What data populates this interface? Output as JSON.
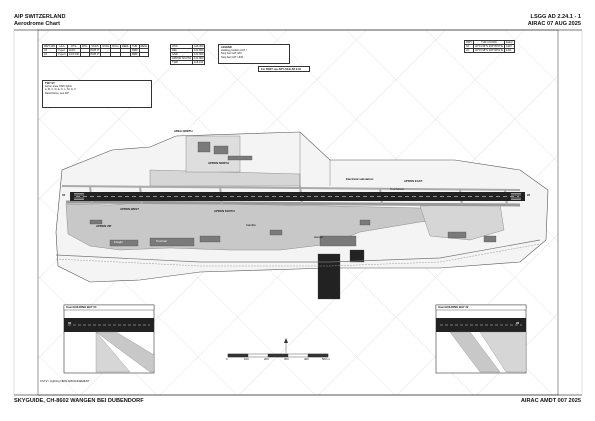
{
  "header": {
    "left_line1": "AIP SWITZERLAND",
    "left_line2": "Aerodrome Chart",
    "right_line1": "LSGG AD 2.24.1 - 1",
    "right_line2": "AIRAC 07 AUG 2025"
  },
  "footer": {
    "left": "SKYGUIDE, CH-8602 WANGEN BEI DUBENDORF",
    "right": "AIRAC AMDT 007 2025"
  },
  "rwy_table": {
    "headers": [
      "RWY DIR",
      "HLA",
      "RTIL",
      "RTIL",
      "VASIS",
      "RCEL",
      "RCLL",
      "REDL",
      "THR",
      "RENL"
    ],
    "rows": [
      [
        "04",
        "Type I",
        "ICAO",
        "",
        "PAPI 3°",
        "",
        "",
        "",
        "RRR",
        ""
      ],
      [
        "22",
        "Type II",
        "CAT II/III",
        "",
        "PAPI 3°",
        "",
        "",
        "",
        "RRR",
        ""
      ]
    ]
  },
  "freq_table": {
    "rows": [
      [
        "ATIS",
        "126.300"
      ],
      [
        "DEL",
        "121.800"
      ],
      [
        "GND",
        "121.900"
      ],
      [
        "APRON SOUTH",
        "121.800"
      ],
      [
        "TWR",
        "118.100"
      ]
    ]
  },
  "legend": {
    "title": "LEGEND",
    "items": [
      "Holding position CAT I",
      "Stop bar CAT II/III",
      "Stop bar CAT I-II/III"
    ]
  },
  "note_box": "For DSST see AIP LSGG AD 2.10",
  "twy_box": {
    "title": "TWY ST",
    "rows": [
      "Apron area, PAPI lights",
      "A, B, C, D, E, K, L, M, N, X",
      "Restrictions, see AIP"
    ]
  },
  "coords_table": {
    "headers": [
      "RWY",
      "THR COORD",
      "ELEV"
    ],
    "rows": [
      [
        "04",
        "46°13'39\"N 006°05'07\"E",
        "1410"
      ],
      [
        "22",
        "46°15'18\"N 006°08'01\"E",
        "1411"
      ]
    ]
  },
  "map": {
    "labels": {
      "area_north": "AREA NORTH",
      "apron_north": "APRON NORTH",
      "apron_south": "APRON SOUTH",
      "apron_east": "APRON EAST",
      "apron_west": "APRON WEST",
      "apron_vip": "APRON VIP",
      "terminal": "Terminal",
      "freight": "Freight",
      "hangar": "Hangar",
      "satellite": "Satellite",
      "electrical": "Electrical substation",
      "touchdown": "Touchdown",
      "rwy_04": "04",
      "rwy_22": "22"
    }
  },
  "insets": {
    "left_title": "Inset HOLDING BAY 04",
    "right_title": "Inset HOLDING BAY 22",
    "left_rwy": "04",
    "right_rwy": "22"
  },
  "scale": {
    "labels": [
      "0",
      "100",
      "200",
      "300",
      "400",
      "500 m"
    ]
  },
  "small_note": "CCTV / Lighting NEW ARRANGEMENT",
  "colors": {
    "runway": "#222222",
    "apron": "#c8c8c8",
    "building": "#7a7a7a",
    "grid": "#cfcfcf"
  }
}
